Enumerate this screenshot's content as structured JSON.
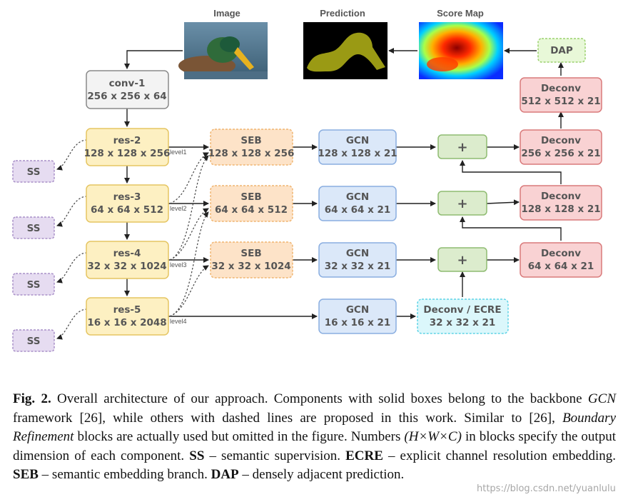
{
  "images": {
    "image": "Image",
    "prediction": "Prediction",
    "score_map": "Score Map"
  },
  "blocks": {
    "conv1": {
      "name": "conv-1",
      "dim": "256 x 256 x 64"
    },
    "res2": {
      "name": "res-2",
      "dim": "128 x 128 x 256"
    },
    "res3": {
      "name": "res-3",
      "dim": "64 x 64 x 512"
    },
    "res4": {
      "name": "res-4",
      "dim": "32 x 32 x 1024"
    },
    "res5": {
      "name": "res-5",
      "dim": "16 x 16 x 2048"
    },
    "seb1": {
      "name": "SEB",
      "dim": "128 x 128 x 256"
    },
    "seb2": {
      "name": "SEB",
      "dim": "64 x 64 x 512"
    },
    "seb3": {
      "name": "SEB",
      "dim": "32 x 32 x 1024"
    },
    "gcn1": {
      "name": "GCN",
      "dim": "128 x 128 x 21"
    },
    "gcn2": {
      "name": "GCN",
      "dim": "64 x 64 x 21"
    },
    "gcn3": {
      "name": "GCN",
      "dim": "32 x 32 x 21"
    },
    "gcn4": {
      "name": "GCN",
      "dim": "16 x 16 x 21"
    },
    "ecre": {
      "name": "Deconv / ECRE",
      "dim": "32 x 32 x 21"
    },
    "deconv512": {
      "name": "Deconv",
      "dim": "512 x 512 x 21"
    },
    "deconv256": {
      "name": "Deconv",
      "dim": "256 x 256 x 21"
    },
    "deconv128": {
      "name": "Deconv",
      "dim": "128 x 128 x 21"
    },
    "deconv64": {
      "name": "Deconv",
      "dim": "64 x 64 x 21"
    },
    "dap": {
      "name": "DAP"
    },
    "ss": "SS",
    "plus": "+"
  },
  "levels": [
    "level1",
    "level2",
    "level3",
    "level4"
  ],
  "colors": {
    "backbone_fill": "#fdf0c2",
    "backbone_stroke": "#e5c562",
    "conv_fill": "#f3f3f3",
    "conv_stroke": "#8a8a8a",
    "seb_fill": "#fde3c8",
    "seb_stroke": "#f0b571",
    "gcn_fill": "#dbe8f9",
    "gcn_stroke": "#8aaee0",
    "plus_fill": "#dceccd",
    "plus_stroke": "#8fbc72",
    "deconv_fill": "#f9d2d3",
    "deconv_stroke": "#d97a7b",
    "dap_fill": "#e8f8d8",
    "dap_stroke": "#9bd16e",
    "ecre_fill": "#dbf7fb",
    "ecre_stroke": "#5fd3e6",
    "ss_fill": "#e6dcf1",
    "ss_stroke": "#a990c8"
  },
  "caption": {
    "label": "Fig. 2.",
    "s1": " Overall architecture of our approach. Components with solid boxes belong to the backbone ",
    "gcn_italic": "GCN",
    "s2": " framework [26], while others with dashed lines are proposed in this work. Similar to [26], ",
    "br_italic": "Boundary Refinement",
    "s3": " blocks are actually used but omitted in the figure. Numbers ",
    "formula": "(H×W×C)",
    "s4": " in blocks specify the output dimension of each component. ",
    "ss_term": "SS",
    "ss_def": " – semantic supervision. ",
    "ecre_term": "ECRE",
    "ecre_def": " – explicit channel resolution embedding. ",
    "seb_term": "SEB",
    "seb_def": " – semantic embedding branch. ",
    "dap_term": "DAP",
    "dap_def": " – densely adjacent prediction."
  },
  "watermark": "https://blog.csdn.net/yuanlulu"
}
